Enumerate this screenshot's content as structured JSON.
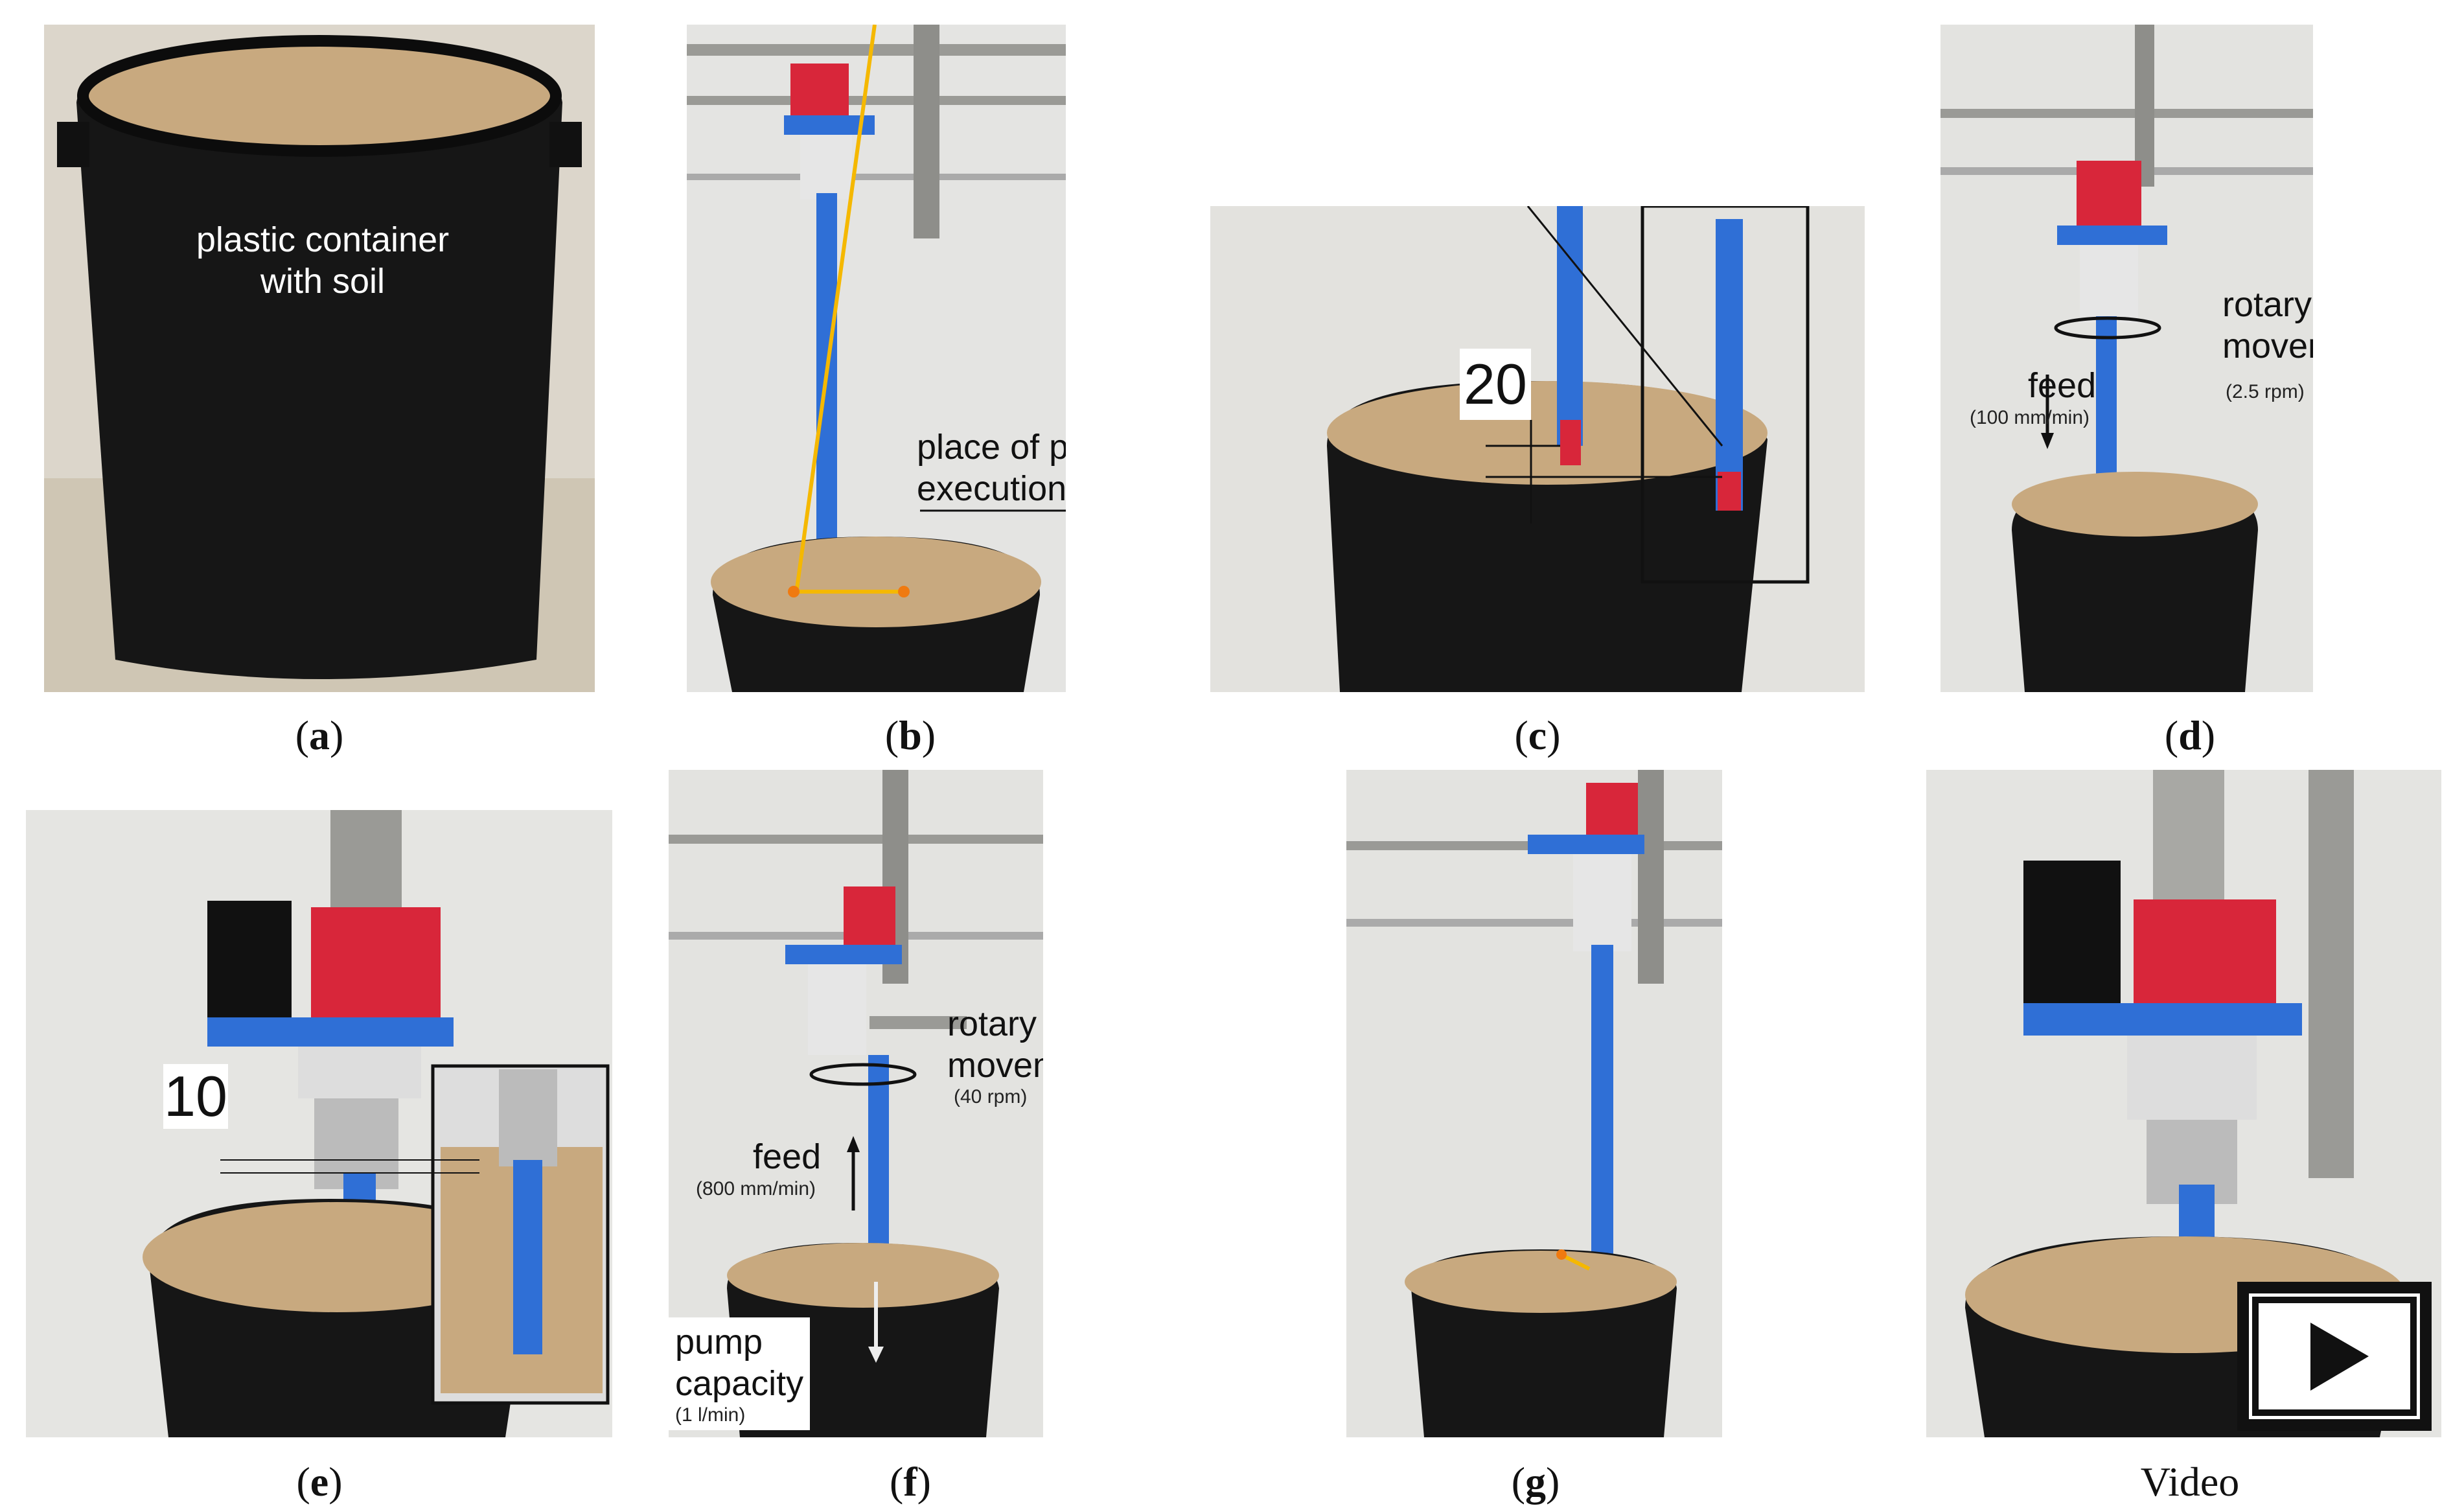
{
  "panels": {
    "a": {
      "caption": "a",
      "label_line1": "plastic container",
      "label_line2": "with soil"
    },
    "b": {
      "caption": "b",
      "label_line1": "place of pile",
      "label_line2": "execution"
    },
    "c": {
      "caption": "c",
      "dimension": "20"
    },
    "d": {
      "caption": "d",
      "rotary_line1": "rotary head",
      "rotary_line2": "movement",
      "rotary_speed": "(2.5 rpm)",
      "feed": "feed",
      "feed_speed": "(100 mm/min)"
    },
    "e": {
      "caption": "e",
      "dimension": "10"
    },
    "f": {
      "caption": "f",
      "rotary_line1": "rotary head",
      "rotary_line2": "movement",
      "rotary_speed": "(40 rpm)",
      "feed": "feed",
      "feed_speed": "(800 mm/min)",
      "pump_line1": "pump",
      "pump_line2": "capacity",
      "pump_value": "(1 l/min)"
    },
    "g": {
      "caption": "g"
    },
    "video": {
      "caption": "Video",
      "play_icon": "play-icon"
    }
  },
  "colors": {
    "auger_blue": "#2f6fd6",
    "rotary_red": "#d8263a",
    "soil": "#c9a97e",
    "container": "#1a1a1a",
    "arrow_yellow": "#f5b800",
    "dot_orange": "#f07a10"
  }
}
